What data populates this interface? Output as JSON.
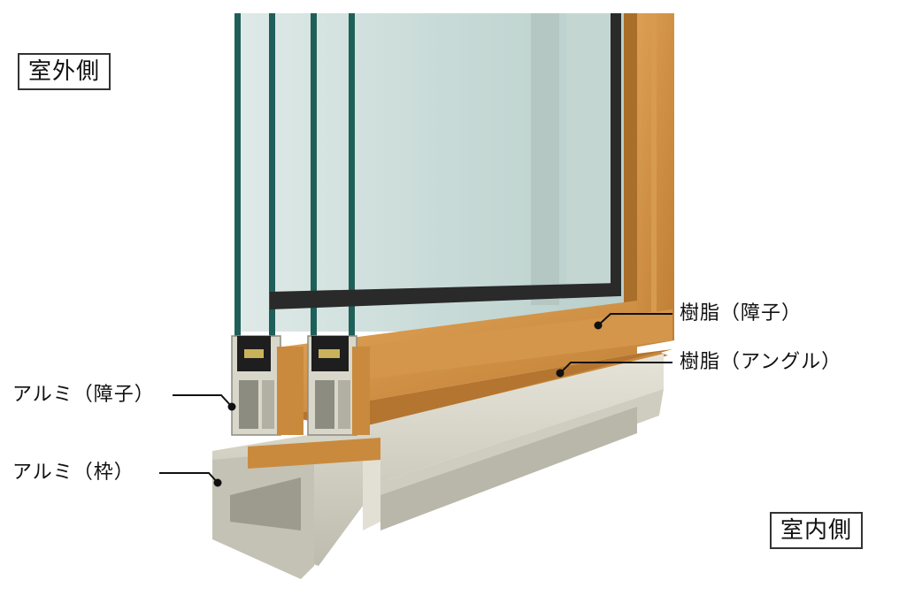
{
  "labels": {
    "outdoor_side": "室外側",
    "indoor_side": "室内側",
    "resin_sash": "樹脂（障子）",
    "resin_angle": "樹脂（アングル）",
    "alu_sash": "アルミ（障子）",
    "alu_frame": "アルミ（枠）"
  },
  "colors": {
    "wood": "#C98A3E",
    "wood_dark": "#A96E2A",
    "wood_light": "#E2A95C",
    "aluminum": "#D6D4C6",
    "aluminum_dark": "#A9A89A",
    "glass": "#CFE0DE",
    "glass_edge": "#1F5F5A",
    "frame_black": "#222222"
  }
}
